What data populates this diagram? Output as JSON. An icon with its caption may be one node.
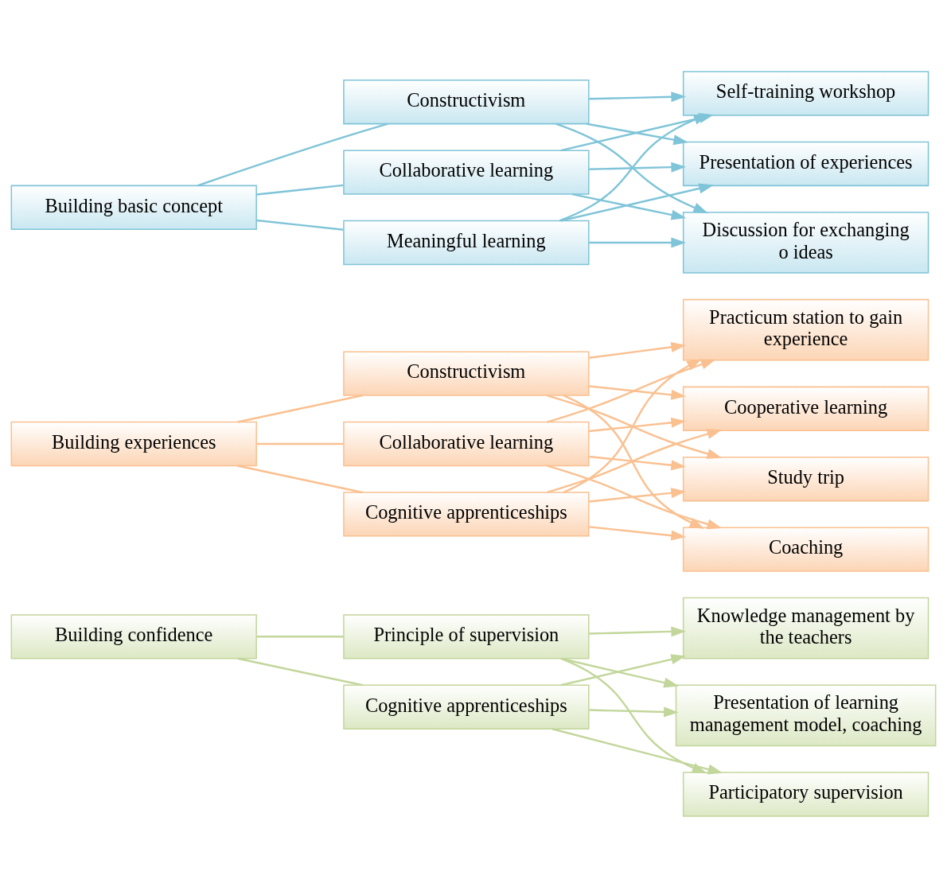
{
  "diagram": {
    "nodes": [
      {
        "text": [
          "Building basic concept"
        ]
      },
      {
        "text": [
          "Constructivism"
        ]
      },
      {
        "text": [
          "Collaborative learning"
        ]
      },
      {
        "text": [
          "Meaningful learning"
        ]
      },
      {
        "text": [
          "Self-training workshop"
        ]
      },
      {
        "text": [
          "Presentation of experiences"
        ]
      },
      {
        "text": [
          "Discussion for exchanging o ideas"
        ]
      },
      {
        "text": [
          "Building experiences"
        ]
      },
      {
        "text": [
          "Constructivism"
        ]
      },
      {
        "text": [
          "Collaborative learning"
        ]
      },
      {
        "text": [
          "Cognitive apprenticeships"
        ]
      },
      {
        "text": [
          "Practicum station to gain experience"
        ]
      },
      {
        "text": [
          "Cooperative learning"
        ]
      },
      {
        "text": [
          "Study trip"
        ]
      },
      {
        "text": [
          "Coaching"
        ]
      },
      {
        "text": [
          "Building confidence"
        ]
      },
      {
        "text": [
          "Principle of supervision"
        ]
      },
      {
        "text": [
          "Cognitive apprenticeships"
        ]
      },
      {
        "text": [
          "Knowledge management by the teachers"
        ]
      },
      {
        "text": [
          "Presentation of learning management model, coaching"
        ]
      },
      {
        "text": [
          "Participatory supervision"
        ]
      }
    ],
    "edges": [
      {
        "from": 0,
        "to": 1,
        "arrow": "none",
        "color": "#7fc4d8"
      },
      {
        "from": 0,
        "to": 2,
        "arrow": "none",
        "color": "#7fc4d8"
      },
      {
        "from": 0,
        "to": 3,
        "arrow": "none",
        "color": "#7fc4d8"
      },
      {
        "from": 1,
        "to": 4,
        "arrow": "to",
        "color": "#7fc4d8"
      },
      {
        "from": 1,
        "to": 5,
        "arrow": "to",
        "color": "#7fc4d8"
      },
      {
        "from": 1,
        "to": 6,
        "arrow": "to",
        "color": "#7fc4d8"
      },
      {
        "from": 2,
        "to": 4,
        "arrow": "to",
        "color": "#7fc4d8"
      },
      {
        "from": 2,
        "to": 5,
        "arrow": "to",
        "color": "#7fc4d8"
      },
      {
        "from": 2,
        "to": 6,
        "arrow": "to",
        "color": "#7fc4d8"
      },
      {
        "from": 3,
        "to": 4,
        "arrow": "to",
        "color": "#7fc4d8"
      },
      {
        "from": 3,
        "to": 5,
        "arrow": "to",
        "color": "#7fc4d8"
      },
      {
        "from": 3,
        "to": 6,
        "arrow": "to",
        "color": "#7fc4d8"
      },
      {
        "from": 7,
        "to": 8,
        "arrow": "none"
      },
      {
        "from": 7,
        "to": 9,
        "arrow": "none"
      },
      {
        "from": 7,
        "to": 10,
        "arrow": "none"
      },
      {
        "from": 8,
        "to": 11,
        "arrow": "to"
      },
      {
        "from": 8,
        "to": 12,
        "arrow": "to"
      },
      {
        "from": 8,
        "to": 13,
        "arrow": "to"
      },
      {
        "from": 8,
        "to": 14,
        "arrow": "to"
      },
      {
        "from": 9,
        "to": 11,
        "arrow": "to"
      },
      {
        "from": 9,
        "to": 12,
        "arrow": "to"
      },
      {
        "from": 9,
        "to": 13,
        "arrow": "to"
      },
      {
        "from": 9,
        "to": 14,
        "arrow": "to"
      },
      {
        "from": 10,
        "to": 11,
        "arrow": "to"
      },
      {
        "from": 10,
        "to": 12,
        "arrow": "to"
      },
      {
        "from": 10,
        "to": 13,
        "arrow": "to"
      },
      {
        "from": 10,
        "to": 14,
        "arrow": "to"
      },
      {
        "from": 15,
        "to": 16,
        "arrow": "none",
        "color": "#c3d69b"
      },
      {
        "from": 15,
        "to": 17,
        "arrow": "none",
        "color": "#c3d69b"
      },
      {
        "from": 16,
        "to": 18,
        "arrow": "to",
        "color": "#c3d69b"
      },
      {
        "from": 16,
        "to": 19,
        "arrow": "to",
        "color": "#c3d69b"
      },
      {
        "from": 16,
        "to": 20,
        "arrow": "to",
        "color": "#c3d69b"
      },
      {
        "from": 17,
        "to": 18,
        "arrow": "to",
        "color": "#c3d69b"
      },
      {
        "from": 17,
        "to": 19,
        "arrow": "to",
        "color": "#c3d69b"
      },
      {
        "from": 17,
        "to": 20,
        "arrow": "to",
        "color": "#c3d69b"
      }
    ]
  }
}
